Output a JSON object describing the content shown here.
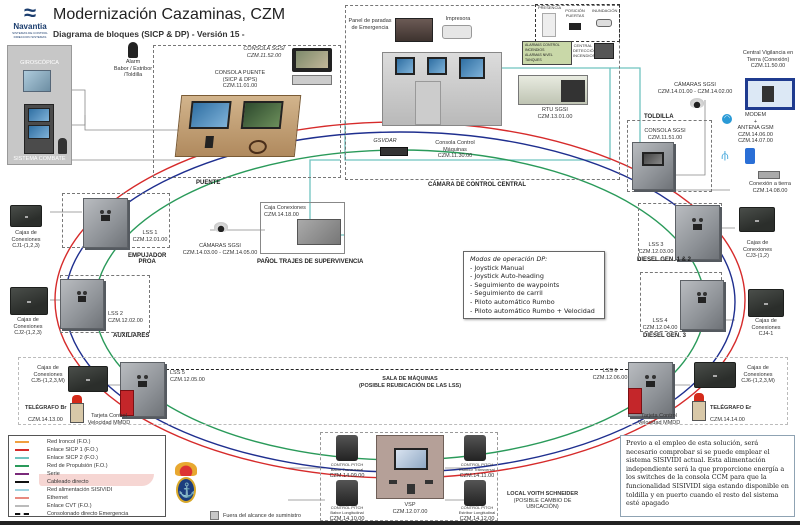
{
  "header": {
    "logo_name": "Navantia",
    "logo_sub1": "SISTEMAS DE CONTROL",
    "logo_sub2": "DIRECCION SISTEMAS",
    "title": "Modernización Cazaminas, CZM",
    "subtitle": "Diagrama de bloques (SICP & DP) - Versión 15 -"
  },
  "colors": {
    "red_icsp1": "#d62b2b",
    "blue_icsp2": "#1f2f8f",
    "green_propulsion": "#2a9a5a",
    "teal_ethernet": "#6fc3bf",
    "orange_ironcol": "#f0a040",
    "gray_cvt": "#bbbbbb"
  },
  "left_panel": {
    "gyro": "GIROSCÓPICA",
    "combat": "SISTEMA COMBATE"
  },
  "puente": {
    "zone": "PUENTE",
    "alarm": [
      "Alarm",
      "Babor / Estribor",
      "/Toldilla"
    ],
    "console_title": [
      "CONSOLA PUENTE",
      "(SICP & DPS)"
    ],
    "console_code": "CZM.11.01.00",
    "sgsi_title": "CONSOLA SGSI",
    "sgsi_code": "CZM.11.52.00"
  },
  "ccc": {
    "zone": "CÁMARA DE CONTROL CENTRAL",
    "panel_paradas": [
      "Panel de paradas",
      "de Emergencia"
    ],
    "printer": "Impresora",
    "gsvdar": "GSVDAR",
    "console": [
      "Consola Control",
      "Máquinas"
    ],
    "console_code": "CZM.11.30.00"
  },
  "rtu": {
    "sensors": [
      "PRESENCIA",
      "POSICIÓN PUERTAS",
      "INUNDACIÓN"
    ],
    "alarm_panel": [
      "ALARMAS CONTROL",
      "INCENDIOS",
      "ALARMAS NIVEL",
      "TANQUES"
    ],
    "central": [
      "CENTRAL",
      "DETECCIÓN",
      "INCENDIOS"
    ],
    "name": "RTU SGSI",
    "code": "CZM.13.01.00"
  },
  "toldilla": {
    "zone": "TOLDILLA",
    "cameras": [
      "CÁMARAS SGSI",
      "CZM.14.01.00 - CZM.14.02.00"
    ],
    "console": "CONSOLA SGSI",
    "console_code": "CZM.11.51.00",
    "central": [
      "Central Vigilancia en",
      "Tierra (Conexión)",
      "CZM.11.50.00"
    ],
    "modem": [
      "MODEM",
      "+",
      "ANTENA GSM",
      "CZM.14.06.00",
      "CZM.14.07.00"
    ],
    "shore": [
      "Conexión a tierra",
      "CZM.14.08.00"
    ]
  },
  "lss": [
    {
      "name": "LSS 1",
      "code": "CZM.12.01.00",
      "zone": [
        "EMPUJADOR",
        "PROA"
      ],
      "box": [
        "Cajas de",
        "Conexiones",
        "CJ1-(1,2,3)"
      ]
    },
    {
      "name": "LSS 2",
      "code": "CZM.12.02.00",
      "zone": [
        "AUXILIARES"
      ],
      "box": [
        "Cajas de",
        "Conexiones",
        "CJ2-(1,2,3)"
      ]
    },
    {
      "name": "LSS 3",
      "code": "CZM.12.03.00",
      "zone": [
        "DIESEL GEN. 1 & 2"
      ],
      "box": [
        "Cajas de",
        "Conexiones",
        "CJ3-(1,2)"
      ]
    },
    {
      "name": "LSS 4",
      "code": "CZM.12.04.00",
      "zone": [
        "DIESEL GEN. 3"
      ],
      "box": [
        "Cajas de",
        "Conexiones",
        "CJ4-1"
      ]
    },
    {
      "name": "LSS 5",
      "code": "CZM.12.05.00",
      "zone": [],
      "box": [
        "Cajas de",
        "Conexiones",
        "CJ5-(1,2,3,M)"
      ]
    },
    {
      "name": "LSS 6",
      "code": "CZM.12.06.00",
      "zone": [],
      "box": [
        "Cajas de",
        "Conexiones",
        "CJ6-(1,2,3,M)"
      ]
    }
  ],
  "panol": {
    "zone": "PAÑOL TRAJES DE SUPERVIVENCIA",
    "box": [
      "Caja Conexiones",
      "CZM.14.18.00"
    ],
    "cameras": [
      "CÁMARAS SGSI",
      "CZM.14.03.00 - CZM.14.05.00"
    ]
  },
  "dp_modes": {
    "title": "Modos de operación DP:",
    "items": [
      "- Joystick Manual",
      "- Joystick Auto-heading",
      "- Seguimiento de waypoints",
      "- Seguimiento de carril",
      "- Piloto automático Rumbo",
      "- Piloto automático Rumbo + Velocidad"
    ]
  },
  "sala_maquinas": [
    "SALA DE MÁQUINAS",
    "(POSIBLE REUBICACIÓN DE LAS LSS)"
  ],
  "telegrafo_br": {
    "name": "TELÉGRAFO Br",
    "code": "CZM.14.13.00",
    "card": [
      "Tarjeta Control",
      "Velocidad MMDD"
    ]
  },
  "telegrafo_er": {
    "name": "TELÉGRAFO Er",
    "code": "CZM.14.14.00",
    "card": [
      "Tarjeta Control",
      "Velocidad MMDD"
    ]
  },
  "voith": {
    "zone": [
      "LOCAL VOITH SCHNEIDER",
      "(POSIBLE CAMBIO DE",
      "UBICACIÓN)"
    ],
    "vsp": "VSP",
    "vsp_code": "CZM.12.07.00",
    "pitch": [
      {
        "label": [
          "CONTROL PITCH",
          "Babor Transversal"
        ],
        "code": "CZM.14.09.00"
      },
      {
        "label": [
          "CONTROL PITCH",
          "Babor Longitudinal"
        ],
        "code": "CZM.14.10.00"
      },
      {
        "label": [
          "CONTROL PITCH",
          "Estribor Transversal"
        ],
        "code": "CZM.14.11.00"
      },
      {
        "label": [
          "CONTROL PITCH",
          "Estribor Longitudinal"
        ],
        "code": "CZM.14.12.00"
      }
    ]
  },
  "legend": [
    {
      "label": "Red Ironcol (F.O.)",
      "color": "#f0a040",
      "style": "solid"
    },
    {
      "label": "Enlace SICP 1 (F.O.)",
      "color": "#d62b2b",
      "style": "solid"
    },
    {
      "label": "Enlace SICP 2 (F.O.)",
      "color": "#6fc3bf",
      "style": "solid"
    },
    {
      "label": "Red de Propulsión (F.O.)",
      "color": "#2a9a5a",
      "style": "solid"
    },
    {
      "label": "Serie",
      "color": "#7a2a7a",
      "style": "solid"
    },
    {
      "label": "Cableado directo",
      "color": "#111111",
      "style": "solid"
    },
    {
      "label": "Red alimentación SISIVIDI",
      "color": "#9fd3e0",
      "style": "solid"
    },
    {
      "label": "Ethernet",
      "color": "#e88a80",
      "style": "solid"
    },
    {
      "label": "Enlace CVT (F.O.)",
      "color": "#bbbbbb",
      "style": "solid"
    },
    {
      "label": "Consolonado directo Emergencia",
      "color": "#111111",
      "style": "dashed"
    }
  ],
  "out_of_scope": "Fuera del alcance de suministro",
  "note": "Previo a el empleo de esta solución, será necesario comprobar si se puede emplear el sistema SISIVIDI actual. Esta alimentación independiente será la que proporcione energía a los switches de la consola CCM para que la funcionalidad SISIVIDI siga estando disponible en toldilla y en puerto cuando el resto del sistema esté apagado"
}
